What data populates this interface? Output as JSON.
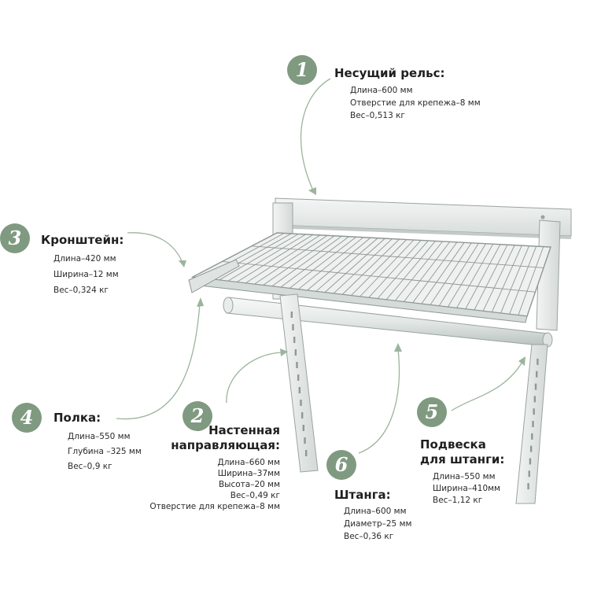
{
  "callouts": [
    {
      "number": "1",
      "title": [
        "Несущий рельс:"
      ],
      "specs": [
        "Длина–600 мм",
        "Отверстие для крепежа–8 мм",
        "Вес–0,513 кг"
      ]
    },
    {
      "number": "3",
      "title": [
        "Кронштейн:"
      ],
      "specs": [
        "Длина–420 мм",
        "Ширина–12 мм",
        "Вес–0,324 кг"
      ]
    },
    {
      "number": "4",
      "title": [
        "Полка:"
      ],
      "specs": [
        "Длина–550 мм",
        "Глубина –325 мм",
        "Вес–0,9 кг"
      ]
    },
    {
      "number": "2",
      "title": [
        "Настенная",
        "направляющая:"
      ],
      "specs": [
        "Длина–660 мм",
        "Ширина–37мм",
        "Высота–20 мм",
        "Вес–0,49 кг",
        "Отверстие для крепежа–8 мм"
      ]
    },
    {
      "number": "6",
      "title": [
        "Штанга:"
      ],
      "specs": [
        "Длина–600 мм",
        "Диаметр–25 мм",
        "Вес–0,36 кг"
      ]
    },
    {
      "number": "5",
      "title": [
        "Подвеска",
        "для штанги:"
      ],
      "specs": [
        "Длина–550 мм",
        "Ширина–410мм",
        "Вес–1,12 кг"
      ]
    }
  ],
  "colors": {
    "accent": "#7f9a80",
    "arrow": "#9bb59c",
    "metal": "#e6eae8",
    "metal_edge": "#9aa3a0"
  }
}
